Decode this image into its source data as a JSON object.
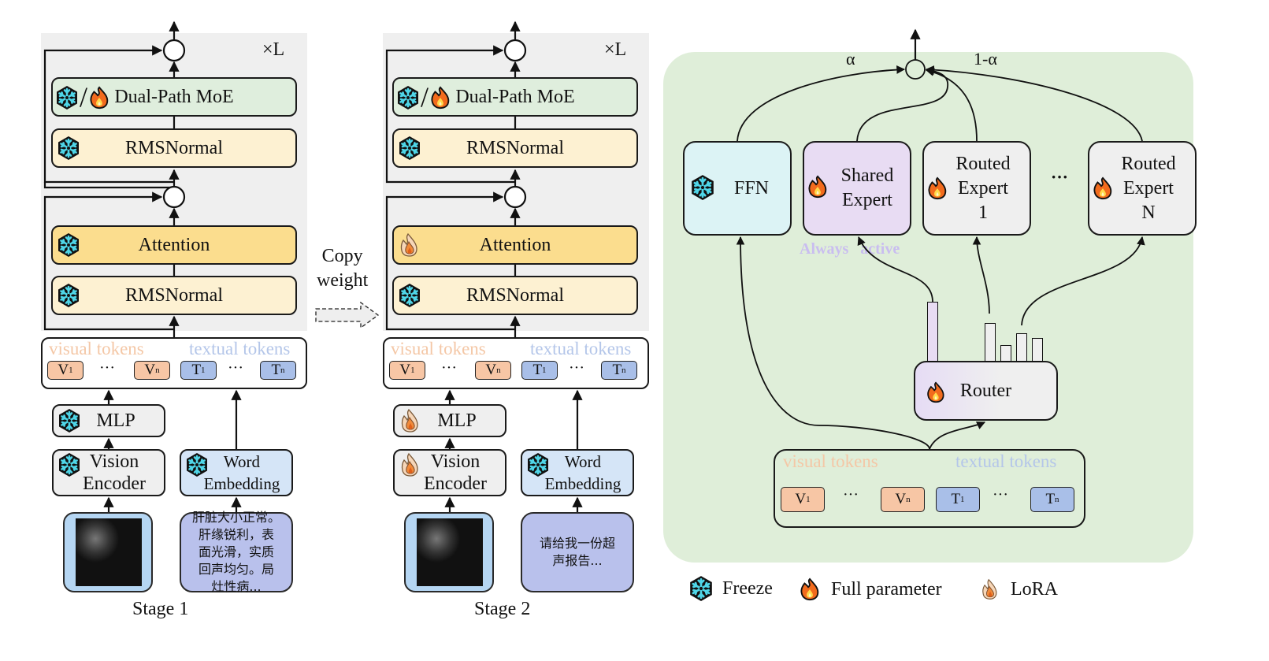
{
  "stage1": {
    "title": "Stage 1",
    "repeat_label": "×L",
    "blocks": {
      "moe": {
        "label": "Dual-Path MoE",
        "icons": [
          "freeze-icon",
          "full-parameter-icon"
        ]
      },
      "rmsnorm_top": {
        "label": "RMSNormal",
        "icon": "freeze-icon"
      },
      "attention": {
        "label": "Attention",
        "icon": "freeze-icon"
      },
      "rmsnorm_bottom": {
        "label": "RMSNormal",
        "icon": "freeze-icon"
      },
      "mlp": {
        "label": "MLP",
        "icon": "freeze-icon"
      },
      "vision_encoder": {
        "label": "Vision\nEncoder",
        "icon": "freeze-icon"
      },
      "word_embedding": {
        "label": "Word\nEmbedding",
        "icon": "freeze-icon"
      }
    },
    "tokens": {
      "visual_label": "visual tokens",
      "textual_label": "textual tokens",
      "visual": [
        "V",
        "V"
      ],
      "visual_sub": [
        "1",
        "n"
      ],
      "textual": [
        "T",
        "T"
      ],
      "textual_sub": [
        "1",
        "n"
      ],
      "ellipsis": "···"
    },
    "input_text": "肝脏大小正常。\n肝缘锐利，表\n面光滑，实质\n回声均匀。局\n灶性病..."
  },
  "copy_weight": {
    "label": "Copy\nweight"
  },
  "stage2": {
    "title": "Stage 2",
    "repeat_label": "×L",
    "blocks": {
      "moe": {
        "label": "Dual-Path MoE",
        "icons": [
          "freeze-icon",
          "full-parameter-icon"
        ]
      },
      "rmsnorm_top": {
        "label": "RMSNormal",
        "icon": "freeze-icon"
      },
      "attention": {
        "label": "Attention",
        "icon": "lora-icon"
      },
      "rmsnorm_bottom": {
        "label": "RMSNormal",
        "icon": "freeze-icon"
      },
      "mlp": {
        "label": "MLP",
        "icon": "lora-icon"
      },
      "vision_encoder": {
        "label": "Vision\nEncoder",
        "icon": "lora-icon"
      },
      "word_embedding": {
        "label": "Word\nEmbedding",
        "icon": "freeze-icon"
      }
    },
    "tokens": {
      "visual_label": "visual tokens",
      "textual_label": "textual tokens",
      "visual": [
        "V",
        "V"
      ],
      "visual_sub": [
        "1",
        "n"
      ],
      "textual": [
        "T",
        "T"
      ],
      "textual_sub": [
        "1",
        "n"
      ],
      "ellipsis": "···"
    },
    "input_text": "请给我一份超\n声报告..."
  },
  "moe_detail": {
    "alpha_label": "α",
    "one_minus_alpha_label": "1-α",
    "experts": [
      {
        "label": "FFN",
        "icon": "freeze-icon"
      },
      {
        "label": "Shared\nExpert",
        "icon": "full-parameter-icon"
      },
      {
        "label": "Routed\nExpert\n1",
        "icon": "full-parameter-icon"
      },
      {
        "label": "Routed\nExpert\nN",
        "icon": "full-parameter-icon"
      }
    ],
    "expert_ellipsis": "···",
    "always_active_label": "Always   active",
    "router": {
      "label": "Router",
      "icon": "full-parameter-icon"
    },
    "router_scores": [
      1.0,
      0.65,
      0.28,
      0.48,
      0.4
    ],
    "tokens": {
      "visual_label": "visual tokens",
      "textual_label": "textual tokens",
      "visual": [
        "V",
        "V"
      ],
      "visual_sub": [
        "1",
        "n"
      ],
      "textual": [
        "T",
        "T"
      ],
      "textual_sub": [
        "1",
        "n"
      ],
      "ellipsis": "···"
    }
  },
  "legend": [
    {
      "label": "Freeze",
      "icon": "freeze-icon"
    },
    {
      "label": "Full parameter",
      "icon": "full-parameter-icon"
    },
    {
      "label": "LoRA",
      "icon": "lora-icon"
    }
  ],
  "colors": {
    "freeze": "#4fd6e8",
    "full_parameter": "#f26b1d",
    "lora": "#f0a060",
    "moe_bg": "#dfeed9",
    "visual_token": "#f7c6a5",
    "textual_token": "#a9bfe8"
  }
}
